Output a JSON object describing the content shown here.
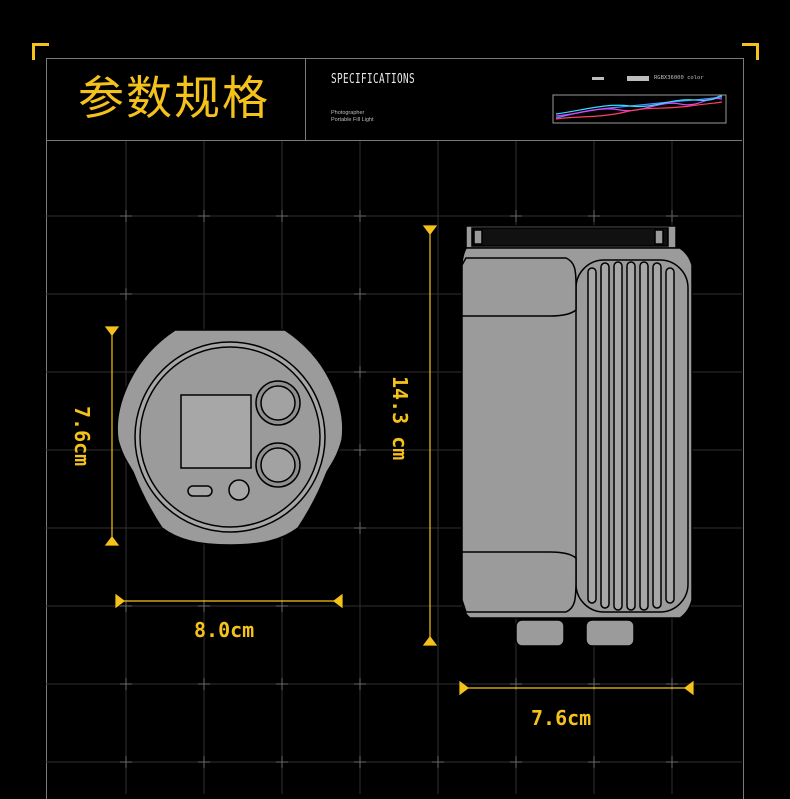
{
  "header": {
    "title_cn": "参数规格",
    "title_en": "SPECIFICATIONS",
    "subtitle_line1": "Photographer",
    "subtitle_line2": "Portable Fill Light",
    "legend_text": "RGBX36000 color"
  },
  "dimensions": {
    "front_height": "7.6cm",
    "front_width": "8.0cm",
    "side_height": "14.3 cm",
    "side_width": "7.6cm"
  },
  "colors": {
    "accent": "#f5c21b",
    "background": "#000000",
    "grid": "#3a3a3a",
    "device_body": "#9b9b9b"
  }
}
